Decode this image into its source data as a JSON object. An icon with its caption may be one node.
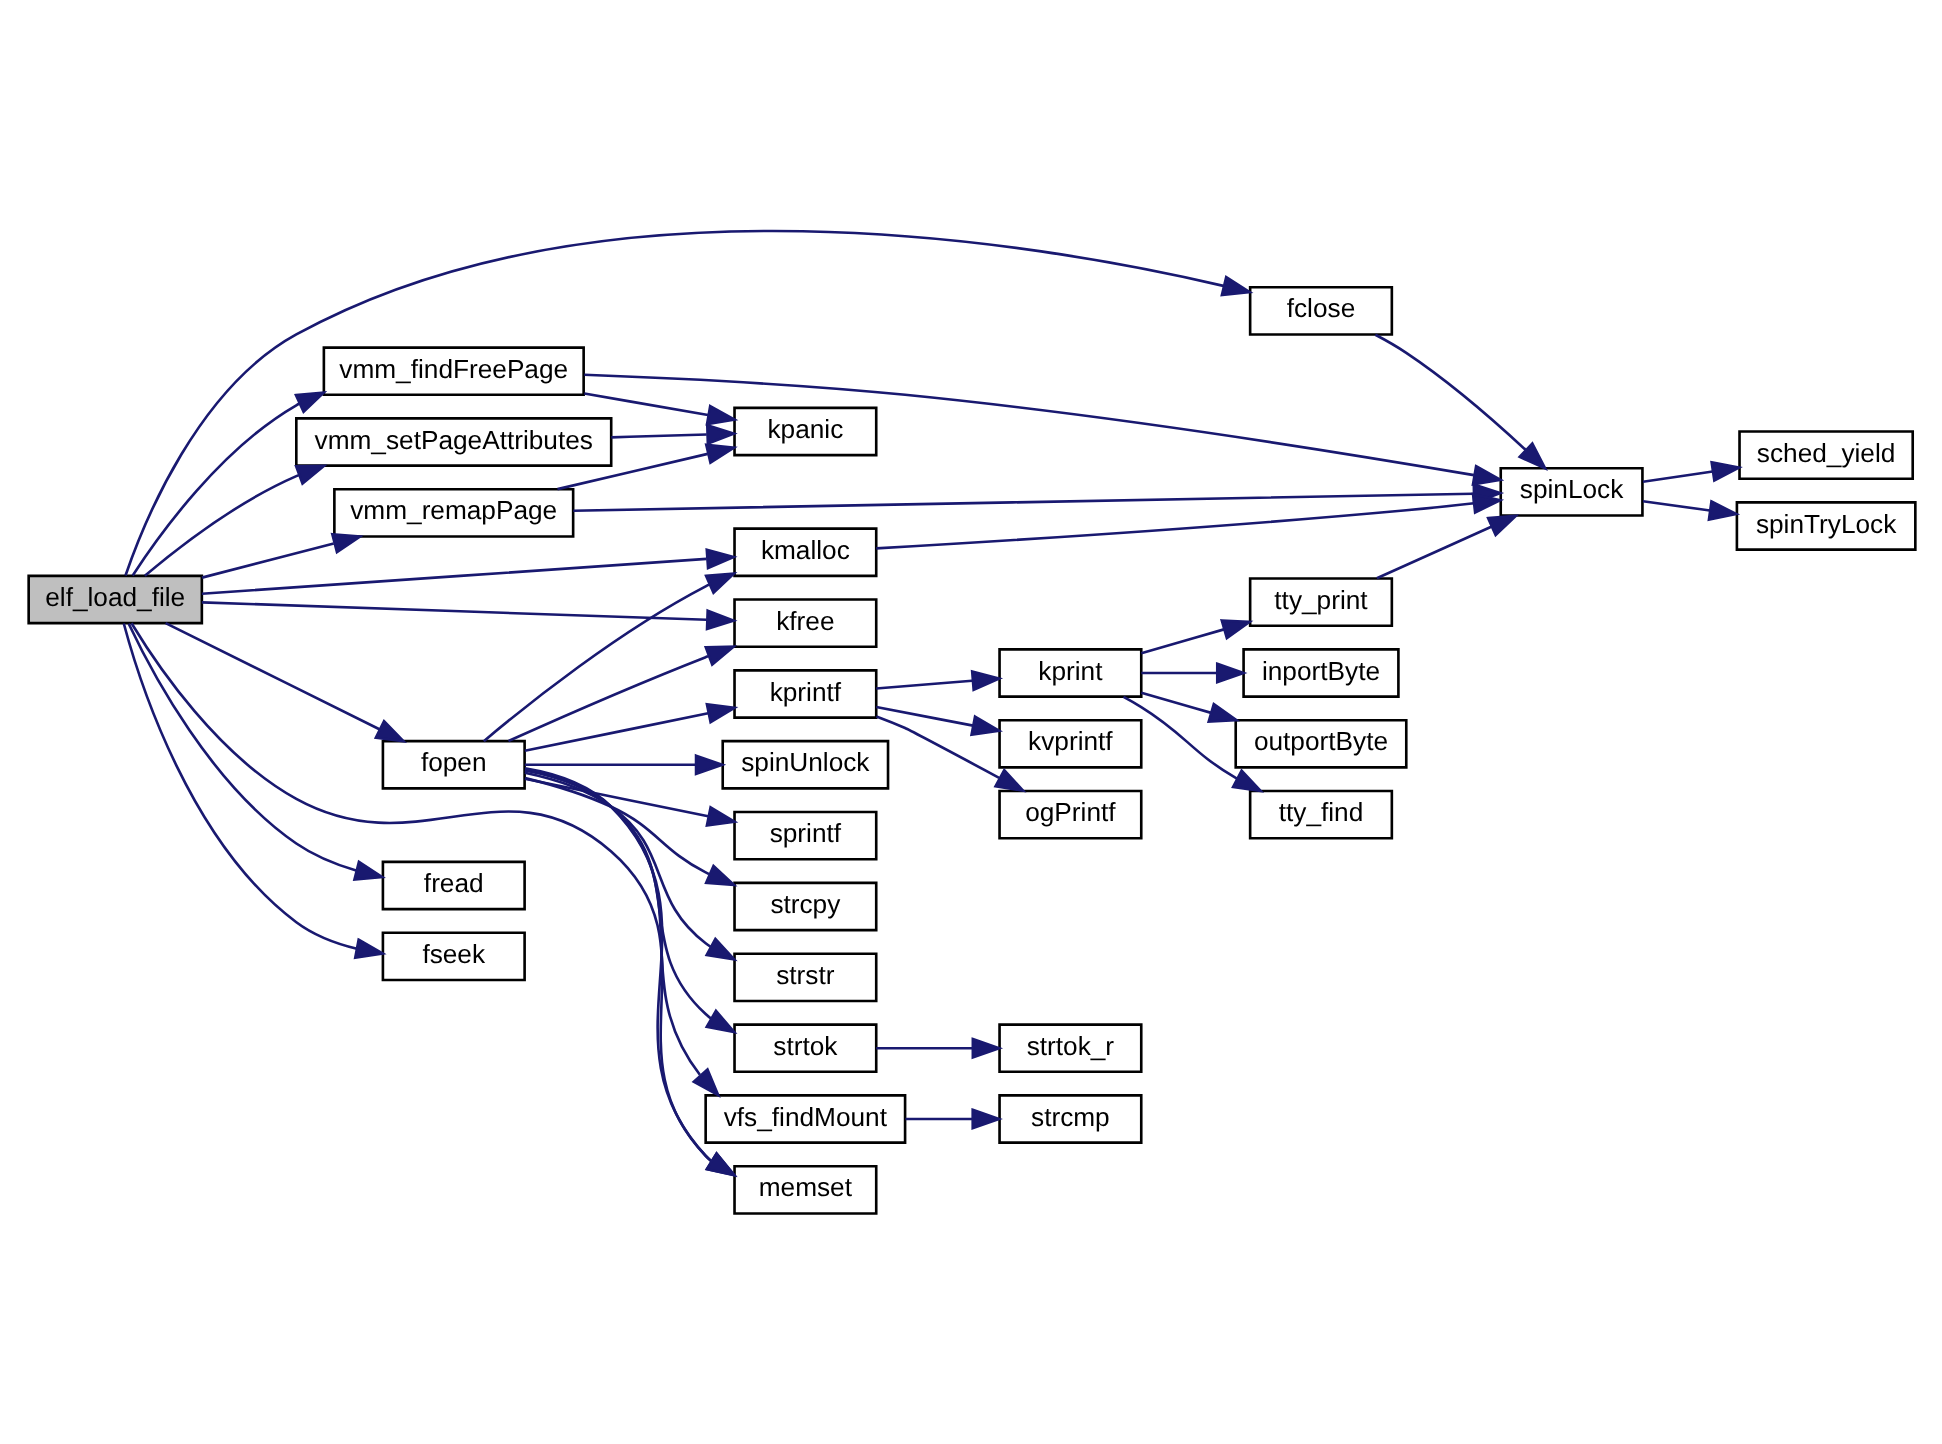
{
  "diagram": {
    "nodes": [
      {
        "text": [
          "elf_load_file"
        ]
      },
      {
        "text": [
          "fopen"
        ]
      },
      {
        "text": [
          "vmm_remapPage"
        ]
      },
      {
        "text": [
          "fread"
        ]
      },
      {
        "text": [
          "fseek"
        ]
      },
      {
        "text": [
          "vmm_setPageAttributes"
        ]
      },
      {
        "text": [
          "vmm_findFreePage"
        ]
      },
      {
        "text": [
          "fclose"
        ]
      },
      {
        "text": [
          "kfree"
        ]
      },
      {
        "text": [
          "kmalloc"
        ]
      },
      {
        "text": [
          "spinUnlock"
        ]
      },
      {
        "text": [
          "sprintf"
        ]
      },
      {
        "text": [
          "strcpy"
        ]
      },
      {
        "text": [
          "strstr"
        ]
      },
      {
        "text": [
          "kprintf"
        ]
      },
      {
        "text": [
          "strtok"
        ]
      },
      {
        "text": [
          "vfs_findMount"
        ]
      },
      {
        "text": [
          "memset"
        ]
      },
      {
        "text": [
          "kpanic"
        ]
      },
      {
        "text": [
          "kvprintf"
        ]
      },
      {
        "text": [
          "ogPrintf"
        ]
      },
      {
        "text": [
          "kprint"
        ]
      },
      {
        "text": [
          "strtok_r"
        ]
      },
      {
        "text": [
          "strcmp"
        ]
      },
      {
        "text": [
          "inportByte"
        ]
      },
      {
        "text": [
          "outportByte"
        ]
      },
      {
        "text": [
          "tty_find"
        ]
      },
      {
        "text": [
          "tty_print"
        ]
      },
      {
        "text": [
          "spinLock"
        ]
      },
      {
        "text": [
          "sched_yield"
        ]
      },
      {
        "text": [
          "spinTryLock"
        ]
      }
    ],
    "edges": [
      {
        "from": 0,
        "to": 8,
        "arrow": "to"
      },
      {
        "from": 0,
        "to": 9,
        "arrow": "to"
      },
      {
        "from": 0,
        "to": 1,
        "arrow": "to"
      },
      {
        "from": 0,
        "to": 17,
        "arrow": "to"
      },
      {
        "from": 0,
        "to": 2,
        "arrow": "to"
      },
      {
        "from": 0,
        "to": 3,
        "arrow": "to"
      },
      {
        "from": 0,
        "to": 4,
        "arrow": "to"
      },
      {
        "from": 0,
        "to": 5,
        "arrow": "to"
      },
      {
        "from": 0,
        "to": 6,
        "arrow": "to"
      },
      {
        "from": 0,
        "to": 7,
        "arrow": "to"
      },
      {
        "from": 1,
        "to": 8,
        "arrow": "to"
      },
      {
        "from": 1,
        "to": 9,
        "arrow": "to"
      },
      {
        "from": 1,
        "to": 10,
        "arrow": "to"
      },
      {
        "from": 1,
        "to": 11,
        "arrow": "to"
      },
      {
        "from": 1,
        "to": 12,
        "arrow": "to"
      },
      {
        "from": 1,
        "to": 13,
        "arrow": "to"
      },
      {
        "from": 1,
        "to": 14,
        "arrow": "to"
      },
      {
        "from": 1,
        "to": 15,
        "arrow": "to"
      },
      {
        "from": 1,
        "to": 16,
        "arrow": "to"
      },
      {
        "from": 1,
        "to": 17,
        "arrow": "to"
      },
      {
        "from": 2,
        "to": 18,
        "arrow": "to"
      },
      {
        "from": 2,
        "to": 28,
        "arrow": "to"
      },
      {
        "from": 5,
        "to": 18,
        "arrow": "to"
      },
      {
        "from": 6,
        "to": 18,
        "arrow": "to"
      },
      {
        "from": 6,
        "to": 28,
        "arrow": "to"
      },
      {
        "from": 7,
        "to": 28,
        "arrow": "to"
      },
      {
        "from": 9,
        "to": 28,
        "arrow": "to"
      },
      {
        "from": 14,
        "to": 19,
        "arrow": "to"
      },
      {
        "from": 14,
        "to": 20,
        "arrow": "to"
      },
      {
        "from": 14,
        "to": 21,
        "arrow": "to"
      },
      {
        "from": 15,
        "to": 22,
        "arrow": "to"
      },
      {
        "from": 16,
        "to": 23,
        "arrow": "to"
      },
      {
        "from": 21,
        "to": 24,
        "arrow": "to"
      },
      {
        "from": 21,
        "to": 25,
        "arrow": "to"
      },
      {
        "from": 21,
        "to": 26,
        "arrow": "to"
      },
      {
        "from": 21,
        "to": 27,
        "arrow": "to"
      },
      {
        "from": 27,
        "to": 28,
        "arrow": "to"
      },
      {
        "from": 28,
        "to": 29,
        "arrow": "to"
      },
      {
        "from": 28,
        "to": 30,
        "arrow": "to"
      }
    ]
  }
}
